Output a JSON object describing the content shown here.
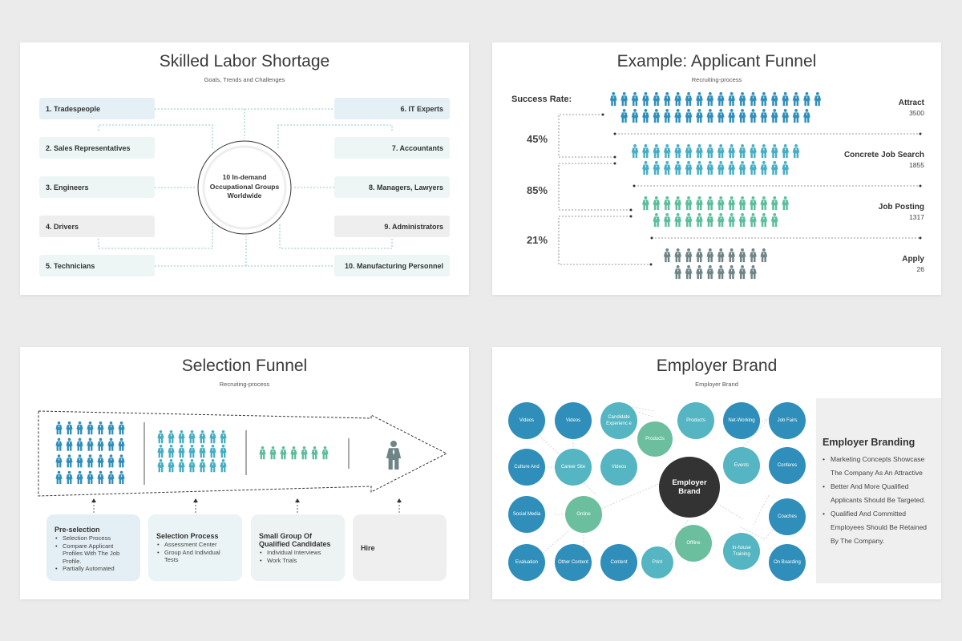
{
  "slide1": {
    "title": "Skilled Labor Shortage",
    "subtitle": "Goals, Trends and Challenges",
    "center": "10 In-demand Occupational Groups Worldwide",
    "left": [
      "1. Tradespeople",
      "2. Sales Representatives",
      "3. Engineers",
      "4. Drivers",
      "5. Technicians"
    ],
    "right": [
      "6. IT Experts",
      "7. Accountants",
      "8. Managers, Lawyers",
      "9. Administrators",
      "10. Manufacturing Personnel"
    ]
  },
  "slide2": {
    "title": "Example: Applicant Funnel",
    "subtitle": "Recruiting-process",
    "success_label": "Success Rate:",
    "rates": [
      "45%",
      "85%",
      "21%"
    ],
    "stages": [
      {
        "name": "Attract",
        "value": "3500",
        "rows": [
          20,
          18
        ],
        "color": "#2f8fba"
      },
      {
        "name": "Concrete Job Search",
        "value": "1855",
        "rows": [
          16,
          14
        ],
        "color": "#46aec4"
      },
      {
        "name": "Job Posting",
        "value": "1317",
        "rows": [
          14,
          12
        ],
        "color": "#5cbd9c"
      },
      {
        "name": "Apply",
        "value": "26",
        "rows": [
          10,
          8
        ],
        "color": "#6e8487"
      }
    ]
  },
  "slide3": {
    "title": "Selection Funnel",
    "subtitle": "Recruiting-process",
    "groups": [
      {
        "cols": 7,
        "rows": 4,
        "color": "#2f8fba"
      },
      {
        "cols": 7,
        "rows": 3,
        "color": "#46aec4"
      },
      {
        "cols": 7,
        "rows": 1,
        "color": "#5cbd9c"
      },
      {
        "cols": 1,
        "rows": 1,
        "color": "#6e8487"
      }
    ],
    "steps": [
      {
        "title": "Pre-selection",
        "items": [
          "Selection Process",
          "Compare Applicant Profiles With The Job Profile.",
          "Partially Automated"
        ]
      },
      {
        "title": "Selection Process",
        "items": [
          "Assessment Center",
          "Group And Individual Tests"
        ]
      },
      {
        "title": "Small Group Of Qualified Candidates",
        "items": [
          "Individual Interviews",
          "Work Trials"
        ]
      },
      {
        "title": "Hire",
        "items": []
      }
    ]
  },
  "slide4": {
    "title": "Employer Brand",
    "subtitle": "Employer Brand",
    "center": "Employer Brand",
    "colors": {
      "dark": "#2f8fba",
      "light": "#55b5c2",
      "green": "#6cbf9e",
      "center": "#333333"
    },
    "nodes": [
      {
        "label": "Videos",
        "type": "dark"
      },
      {
        "label": "Videos",
        "type": "dark"
      },
      {
        "label": "Candidate Experienc e",
        "type": "light"
      },
      {
        "label": "Products",
        "type": "green"
      },
      {
        "label": "Products",
        "type": "light"
      },
      {
        "label": "Net-Working",
        "type": "dark"
      },
      {
        "label": "Job Fairs",
        "type": "dark"
      },
      {
        "label": "Culture And",
        "type": "dark"
      },
      {
        "label": "Career Site",
        "type": "light"
      },
      {
        "label": "Videos",
        "type": "light"
      },
      {
        "label": "Events",
        "type": "light"
      },
      {
        "label": "Conferes",
        "type": "dark"
      },
      {
        "label": "Social Media",
        "type": "dark"
      },
      {
        "label": "Online",
        "type": "green"
      },
      {
        "label": "Evaluation",
        "type": "dark"
      },
      {
        "label": "Other Content",
        "type": "dark"
      },
      {
        "label": "Content",
        "type": "dark"
      },
      {
        "label": "Print",
        "type": "light"
      },
      {
        "label": "Offline",
        "type": "green"
      },
      {
        "label": "In-house Training",
        "type": "light"
      },
      {
        "label": "Coaches",
        "type": "dark"
      },
      {
        "label": "On Boarding",
        "type": "dark"
      }
    ],
    "panel": {
      "title": "Employer Branding",
      "items": [
        "Marketing Concepts Showcase The Company As An Attractive",
        "Better And More Qualified Applicants Should Be Targeted.",
        "Qualified And Committed Employees Should Be Retained By The Company."
      ]
    }
  }
}
